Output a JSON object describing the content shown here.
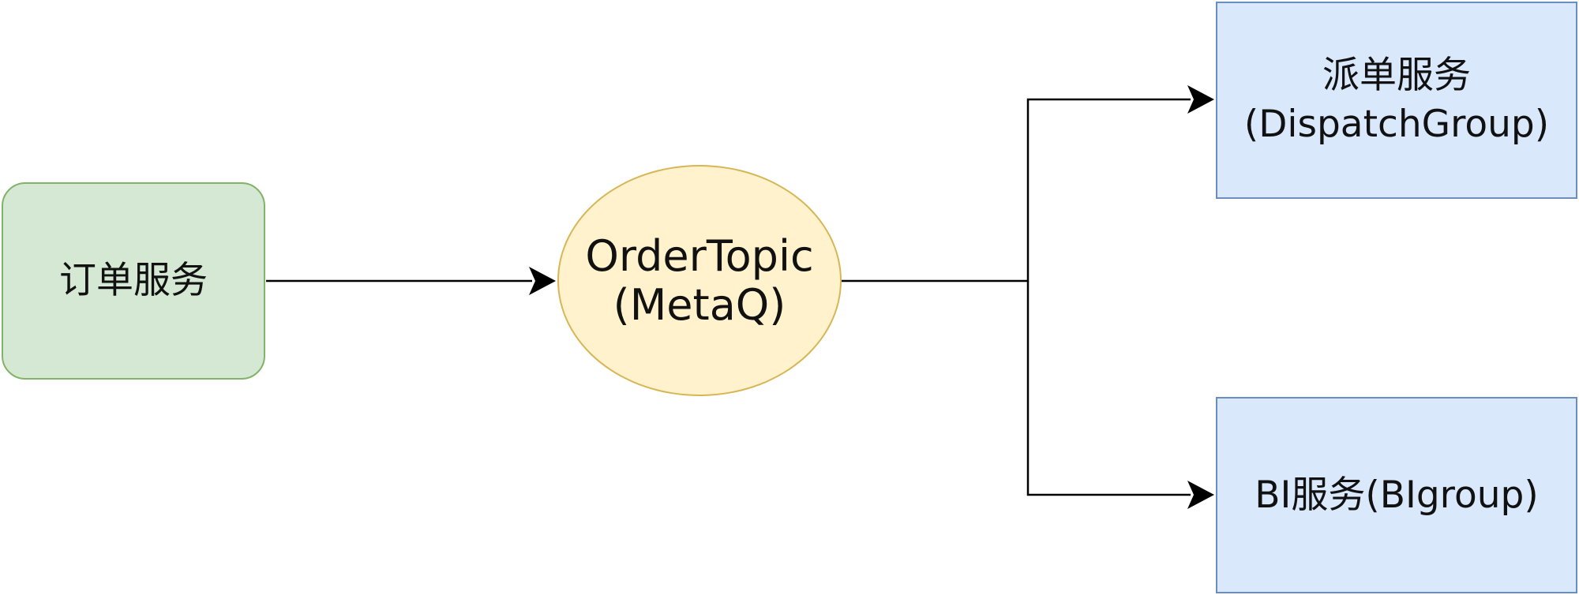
{
  "diagram": {
    "nodes": {
      "order_service": {
        "label": "订单服务",
        "shape": "rounded-rectangle",
        "fill": "#d5e8d4",
        "stroke": "#82b366"
      },
      "order_topic": {
        "label": "OrderTopic\n(MetaQ)",
        "shape": "ellipse",
        "fill": "#fff2cc",
        "stroke": "#d6b656"
      },
      "dispatch_service": {
        "label": "派单服务\n(DispatchGroup)",
        "shape": "rectangle",
        "fill": "#dae8fc",
        "stroke": "#6c8ebf"
      },
      "bi_service": {
        "label": "BI服务(BIgroup)",
        "shape": "rectangle",
        "fill": "#dae8fc",
        "stroke": "#6c8ebf"
      }
    },
    "edges": [
      {
        "from": "order_service",
        "to": "order_topic"
      },
      {
        "from": "order_topic",
        "to": "dispatch_service"
      },
      {
        "from": "order_topic",
        "to": "bi_service"
      }
    ],
    "edge_color": "#000000"
  }
}
